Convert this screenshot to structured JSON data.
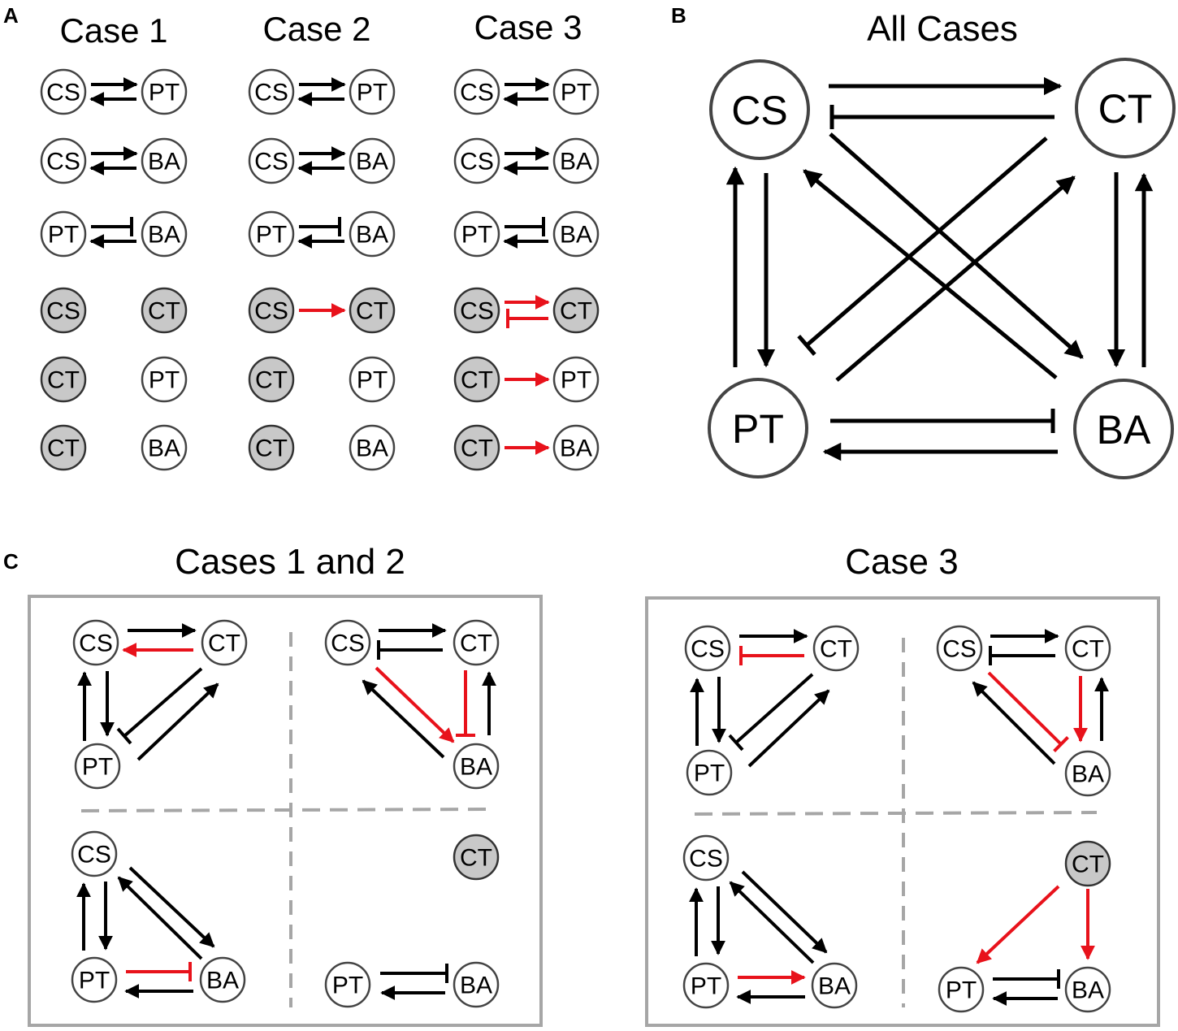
{
  "panels": {
    "A": {
      "letter": "A",
      "headers": [
        "Case 1",
        "Case 2",
        "Case 3"
      ]
    },
    "B": {
      "letter": "B",
      "title": "All Cases"
    },
    "C": {
      "letter": "C",
      "title_left": "Cases 1 and 2",
      "title_right": "Case 3"
    }
  },
  "nodes": {
    "CS": "CS",
    "PT": "PT",
    "BA": "BA",
    "CT": "CT"
  },
  "colors": {
    "edge": "#000000",
    "highlight": "#e8121b",
    "node_gray": "#c8c8c8",
    "frame": "#a6a6a6",
    "divider": "#a6a6a6"
  },
  "edge_types": [
    "activation",
    "inhibition"
  ]
}
